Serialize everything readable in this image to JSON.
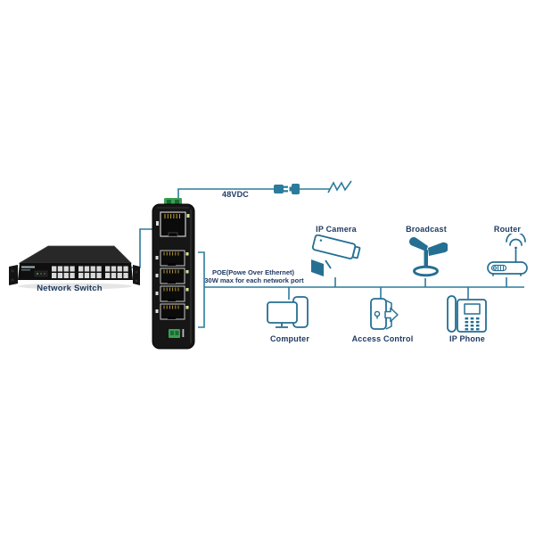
{
  "power": {
    "voltage_label": "48VDC"
  },
  "poe_note": {
    "line1": "POE(Powe Over Ethernet)",
    "line2": "30W max for each network port"
  },
  "network_switch": {
    "label": "Network Switch"
  },
  "poe_switch": {
    "uplink_ports": 1,
    "poe_ports": 4
  },
  "top_devices": [
    {
      "icon": "ip-camera-icon",
      "label": "IP Camera"
    },
    {
      "icon": "broadcast-icon",
      "label": "Broadcast"
    },
    {
      "icon": "router-icon",
      "label": "Router"
    }
  ],
  "bottom_devices": [
    {
      "icon": "computer-icon",
      "label": "Computer"
    },
    {
      "icon": "access-control-icon",
      "label": "Access Control"
    },
    {
      "icon": "ip-phone-icon",
      "label": "IP Phone"
    }
  ],
  "colors": {
    "line": "#2b7b9c",
    "icon": "#256f92",
    "label": "#1f3a63",
    "body": "#161616",
    "green": "#3b9e52",
    "pins": "#c9a435"
  }
}
